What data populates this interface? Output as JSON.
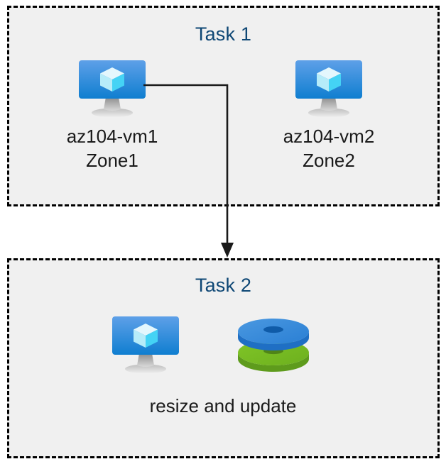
{
  "diagram": {
    "title_color": "#0e4775",
    "box_fill": "#f0f0f0",
    "box_border_color": "#000000",
    "caption_color": "#1a1a1a",
    "connector_color": "#1a1a1a"
  },
  "task1": {
    "title": "Task 1",
    "nodes": [
      {
        "icon": "virtual-machine-icon",
        "caption": "az104-vm1\nZone1",
        "name": "az104-vm1",
        "zone": "Zone1"
      },
      {
        "icon": "virtual-machine-icon",
        "caption": "az104-vm2\nZone2",
        "name": "az104-vm2",
        "zone": "Zone2"
      }
    ]
  },
  "task2": {
    "title": "Task 2",
    "caption": "resize and update",
    "nodes": [
      {
        "icon": "virtual-machine-icon"
      },
      {
        "icon": "managed-disks-icon"
      }
    ]
  },
  "connector": {
    "from": "az104-vm1",
    "to": "Task 2",
    "style": "elbow-arrow"
  },
  "icon_colors": {
    "vm_screen_top": "#5ea0e8",
    "vm_screen_bottom": "#0f7ed0",
    "vm_cube_light": "#e4f7fd",
    "vm_cube_mid": "#9fe6f7",
    "vm_cube_dark": "#3fd2f5",
    "vm_stand": "#9d9d9d",
    "disk_blue_top": "#3d8fdd",
    "disk_blue_side": "#1f6fc4",
    "disk_blue_hole": "#0f5ba8",
    "disk_green_top": "#76bc21",
    "disk_green_side": "#5e9b1c",
    "disk_green_hole": "#4f8418"
  }
}
